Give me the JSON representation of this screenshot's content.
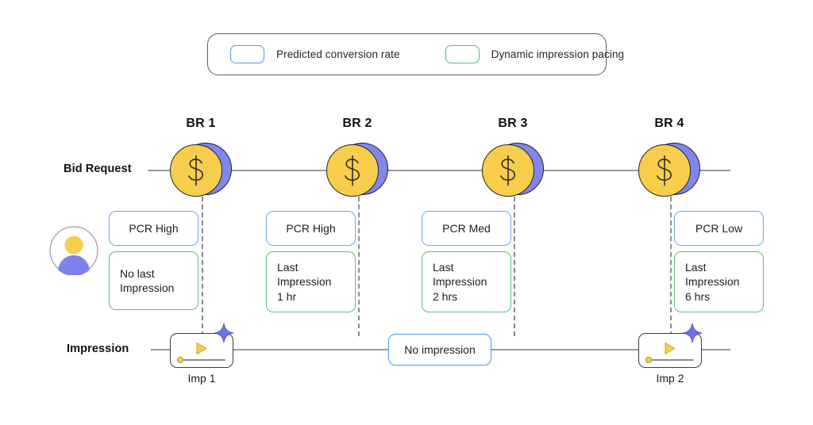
{
  "legend": {
    "items": [
      {
        "label": "Predicted conversion rate",
        "color": "#4a9af5",
        "swatch": "blue"
      },
      {
        "label": "Dynamic impression pacing",
        "color": "#4cc07a",
        "swatch": "green"
      }
    ]
  },
  "rows": {
    "bid_request_label": "Bid Request",
    "impression_label": "Impression"
  },
  "colors": {
    "pcr_blue": "#4a9af5",
    "pacing_green": "#4cc07a",
    "coin_gold": "#f7ce4b",
    "coin_purple": "#8186ec",
    "line_gray": "#5b5b66",
    "dash_gray": "#8b8b95",
    "text": "#1d1d21"
  },
  "bid_requests": [
    {
      "title": "BR 1",
      "icon": "dollar-coin-icon",
      "pcr": "PCR High",
      "pacing": "No last\nImpression"
    },
    {
      "title": "BR 2",
      "icon": "dollar-coin-icon",
      "pcr": "PCR High",
      "pacing": "Last\nImpression\n1 hr"
    },
    {
      "title": "BR 3",
      "icon": "dollar-coin-icon",
      "pcr": "PCR Med",
      "pacing": "Last\nImpression\n2 hrs"
    },
    {
      "title": "BR 4",
      "icon": "dollar-coin-icon",
      "pcr": "PCR Low",
      "pacing": "Last\nImpression\n6 hrs"
    }
  ],
  "impressions": [
    {
      "caption": "Imp 1",
      "icon": "play-icon",
      "badge": "sparkle-icon"
    },
    {
      "caption": "Imp 2",
      "icon": "play-icon",
      "badge": "sparkle-icon"
    }
  ],
  "no_impression": {
    "label": "No impression"
  },
  "avatar": {
    "name": "user-avatar"
  }
}
